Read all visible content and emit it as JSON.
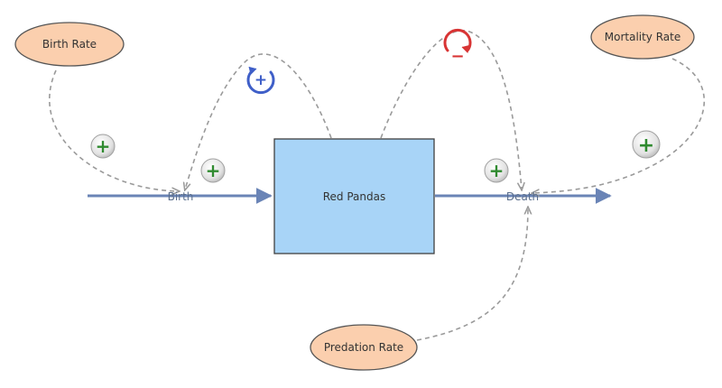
{
  "stock": {
    "label": "Red Pandas"
  },
  "flows": {
    "birth": {
      "label": "Birth"
    },
    "death": {
      "label": "Death"
    }
  },
  "variables": {
    "birth_rate": {
      "label": "Birth Rate"
    },
    "mortality_rate": {
      "label": "Mortality Rate"
    },
    "predation_rate": {
      "label": "Predation Rate"
    }
  },
  "loops": [
    {
      "id": "reinforcing",
      "symbol": "+",
      "color": "#3f5fc8"
    },
    {
      "id": "balancing",
      "symbol": "−",
      "color": "#d83434"
    }
  ],
  "link_polarity": {
    "symbol": "+",
    "color": "#2f8a2f"
  },
  "colors": {
    "stock_fill": "#a8d4f7",
    "variable_fill": "#fbcfae",
    "flow": "#6a84b6",
    "link": "#9a9a9a"
  }
}
